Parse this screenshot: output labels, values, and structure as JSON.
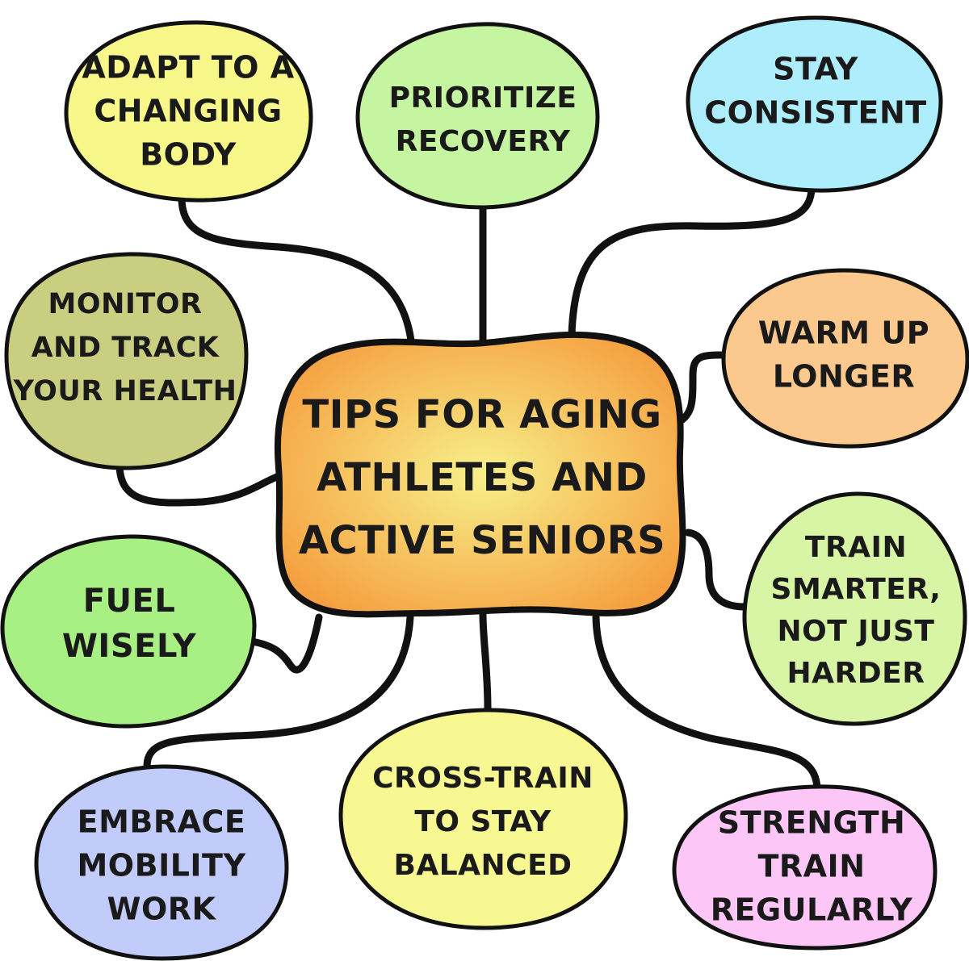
{
  "center": {
    "lines": [
      "TIPS FOR AGING",
      "ATHLETES AND",
      "ACTIVE SENIORS"
    ]
  },
  "nodes": [
    {
      "id": "adapt",
      "lines": [
        "ADAPT TO A",
        "CHANGING",
        "BODY"
      ],
      "color": "#f7f78a"
    },
    {
      "id": "prioritize",
      "lines": [
        "PRIORITIZE",
        "RECOVERY"
      ],
      "color": "#c5f5a0"
    },
    {
      "id": "consistent",
      "lines": [
        "STAY",
        "CONSISTENT"
      ],
      "color": "#aeeefc"
    },
    {
      "id": "monitor",
      "lines": [
        "MONITOR",
        "AND TRACK",
        "YOUR HEALTH"
      ],
      "color": "#c9ce80"
    },
    {
      "id": "warmup",
      "lines": [
        "WARM UP",
        "LONGER"
      ],
      "color": "#fbc88d"
    },
    {
      "id": "fuel",
      "lines": [
        "FUEL",
        "WISELY"
      ],
      "color": "#a8ef84"
    },
    {
      "id": "smarter",
      "lines": [
        "TRAIN",
        "SMARTER,",
        "NOT JUST",
        "HARDER"
      ],
      "color": "#d8f5a6"
    },
    {
      "id": "mobility",
      "lines": [
        "EMBRACE",
        "MOBILITY",
        "WORK"
      ],
      "color": "#c1ccfb"
    },
    {
      "id": "crosstrain",
      "lines": [
        "CROSS-TRAIN",
        "TO STAY",
        "BALANCED"
      ],
      "color": "#f8f893"
    },
    {
      "id": "strength",
      "lines": [
        "STRENGTH",
        "TRAIN",
        "REGULARLY"
      ],
      "color": "#fcc7f7"
    }
  ],
  "colors": {
    "center_inner": "#f7f08a",
    "center_outer": "#f5a040",
    "outline": "#111111"
  }
}
